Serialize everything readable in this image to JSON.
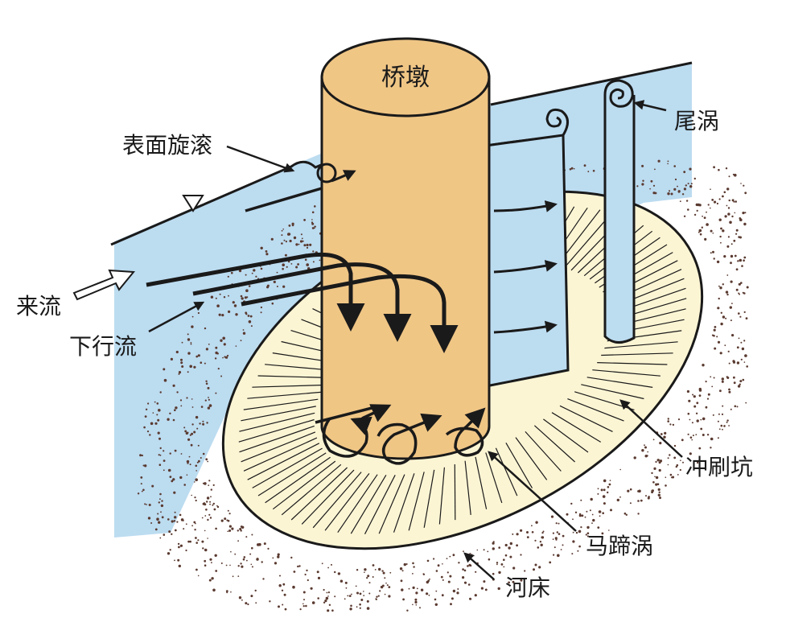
{
  "labels": {
    "pier": "桥墩",
    "surface_roller": "表面旋滚",
    "wake_vortex": "尾涡",
    "incoming_flow": "来流",
    "downflow": "下行流",
    "scour_hole": "冲刷坑",
    "horseshoe_vortex": "马蹄涡",
    "riverbed": "河床"
  },
  "colors": {
    "water": "#bcdcf0",
    "pier": "#f0c685",
    "scour": "#fcf5d4",
    "outline": "#1a1a1a",
    "sediment": "#5a3a30"
  }
}
